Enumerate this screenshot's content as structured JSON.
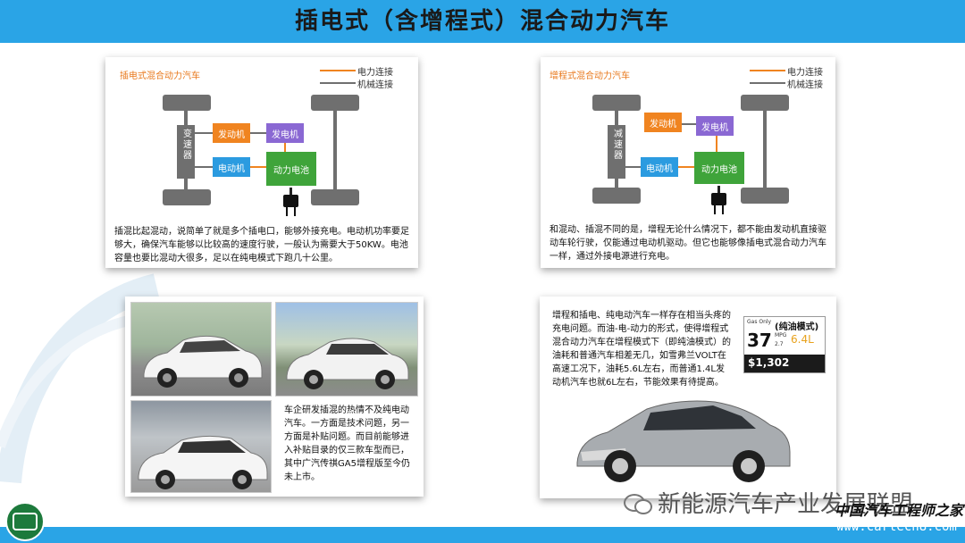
{
  "header": {
    "title": "插电式（含增程式）混合动力汽车"
  },
  "legend": {
    "power": "电力连接",
    "mech": "机械连接"
  },
  "left_diagram": {
    "label": "插电式混合动力汽车",
    "gearbox": "变速器",
    "engine": "发动机",
    "generator": "发电机",
    "motor": "电动机",
    "battery": "动力电池"
  },
  "left_text": "插混比起混动，说简单了就是多个插电口，能够外接充电。电动机功率要足够大，确保汽车能够以比较高的速度行驶，一般认为需要大于50KW。电池容量也要比混动大很多，足以在纯电模式下跑几十公里。",
  "right_diagram": {
    "label": "增程式混合动力汽车",
    "reducer": "减速器",
    "engine": "发动机",
    "generator": "发电机",
    "motor": "电动机",
    "battery": "动力电池"
  },
  "right_text": "和混动、插混不同的是，增程无论什么情况下，都不能由发动机直接驱动车轮行驶，仅能通过电动机驱动。但它也能够像插电式混合动力汽车一样，通过外接电源进行充电。",
  "bottom_left_text": "车企研发插混的热情不及纯电动汽车。一方面是技术问题，另一方面是补贴问题。而目前能够进入补贴目录的仅三款车型而已，其中广汽传祺GA5增程版至今仍未上市。",
  "bottom_right_text": "增程和插电、纯电动汽车一样存在相当头疼的充电问题。而油-电-动力的形式，使得增程式混合动力汽车在增程模式下（即纯油模式）的油耗和普通汽车相差无几，如雪弗兰VOLT在高速工况下，油耗5.6L左右，而普通1.4L发动机汽车也就6L左右，节能效果有待提高。",
  "fuel_label": {
    "gas_only": "Gas Only",
    "mode": "(纯油模式)",
    "mpg": "37",
    "mpg_unit": "MPG",
    "sub": "2.7",
    "l_value": "6.4L",
    "price": "$1,302"
  },
  "watermark": {
    "wechat": "新能源汽车产业发展联盟",
    "cn": "中国汽车工程师之家",
    "url": "www.cartech8.com"
  },
  "colors": {
    "power_line": "#f08420",
    "mech_line": "#6f6f6f",
    "header": "#2aa4e6"
  }
}
